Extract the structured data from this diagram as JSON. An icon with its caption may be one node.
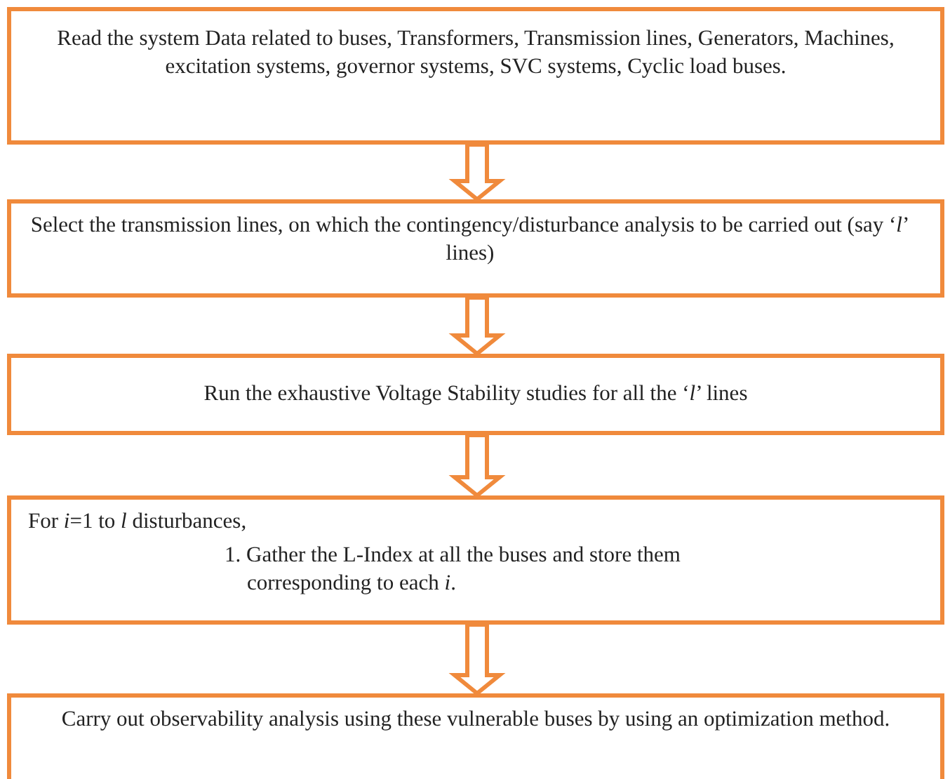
{
  "diagram": {
    "nodes": [
      {
        "text": [
          "Read the system Data related to buses, Transformers, Transmission lines, Generators, Machines, excitation systems, governor systems, SVC systems, Cyclic load buses."
        ]
      },
      {
        "text": [
          "Select the transmission lines, on which the contingency/disturbance analysis to be carried out (say ‘*l*’ lines)"
        ]
      },
      {
        "text": [
          "Run the exhaustive Voltage Stability studies for all the ‘*l*’ lines"
        ]
      },
      {
        "text": [
          "For *i*=1 to *l* disturbances,",
          "1. Gather the L-Index at all the buses and store them corresponding to each *i*."
        ]
      },
      {
        "text": [
          "Carry out observability analysis using these vulnerable buses by using an optimization method."
        ]
      }
    ],
    "edges": [
      {
        "from": 0,
        "to": 1,
        "arrow": "to"
      },
      {
        "from": 1,
        "to": 2,
        "arrow": "to"
      },
      {
        "from": 2,
        "to": 3,
        "arrow": "to"
      },
      {
        "from": 3,
        "to": 4,
        "arrow": "to"
      }
    ]
  }
}
